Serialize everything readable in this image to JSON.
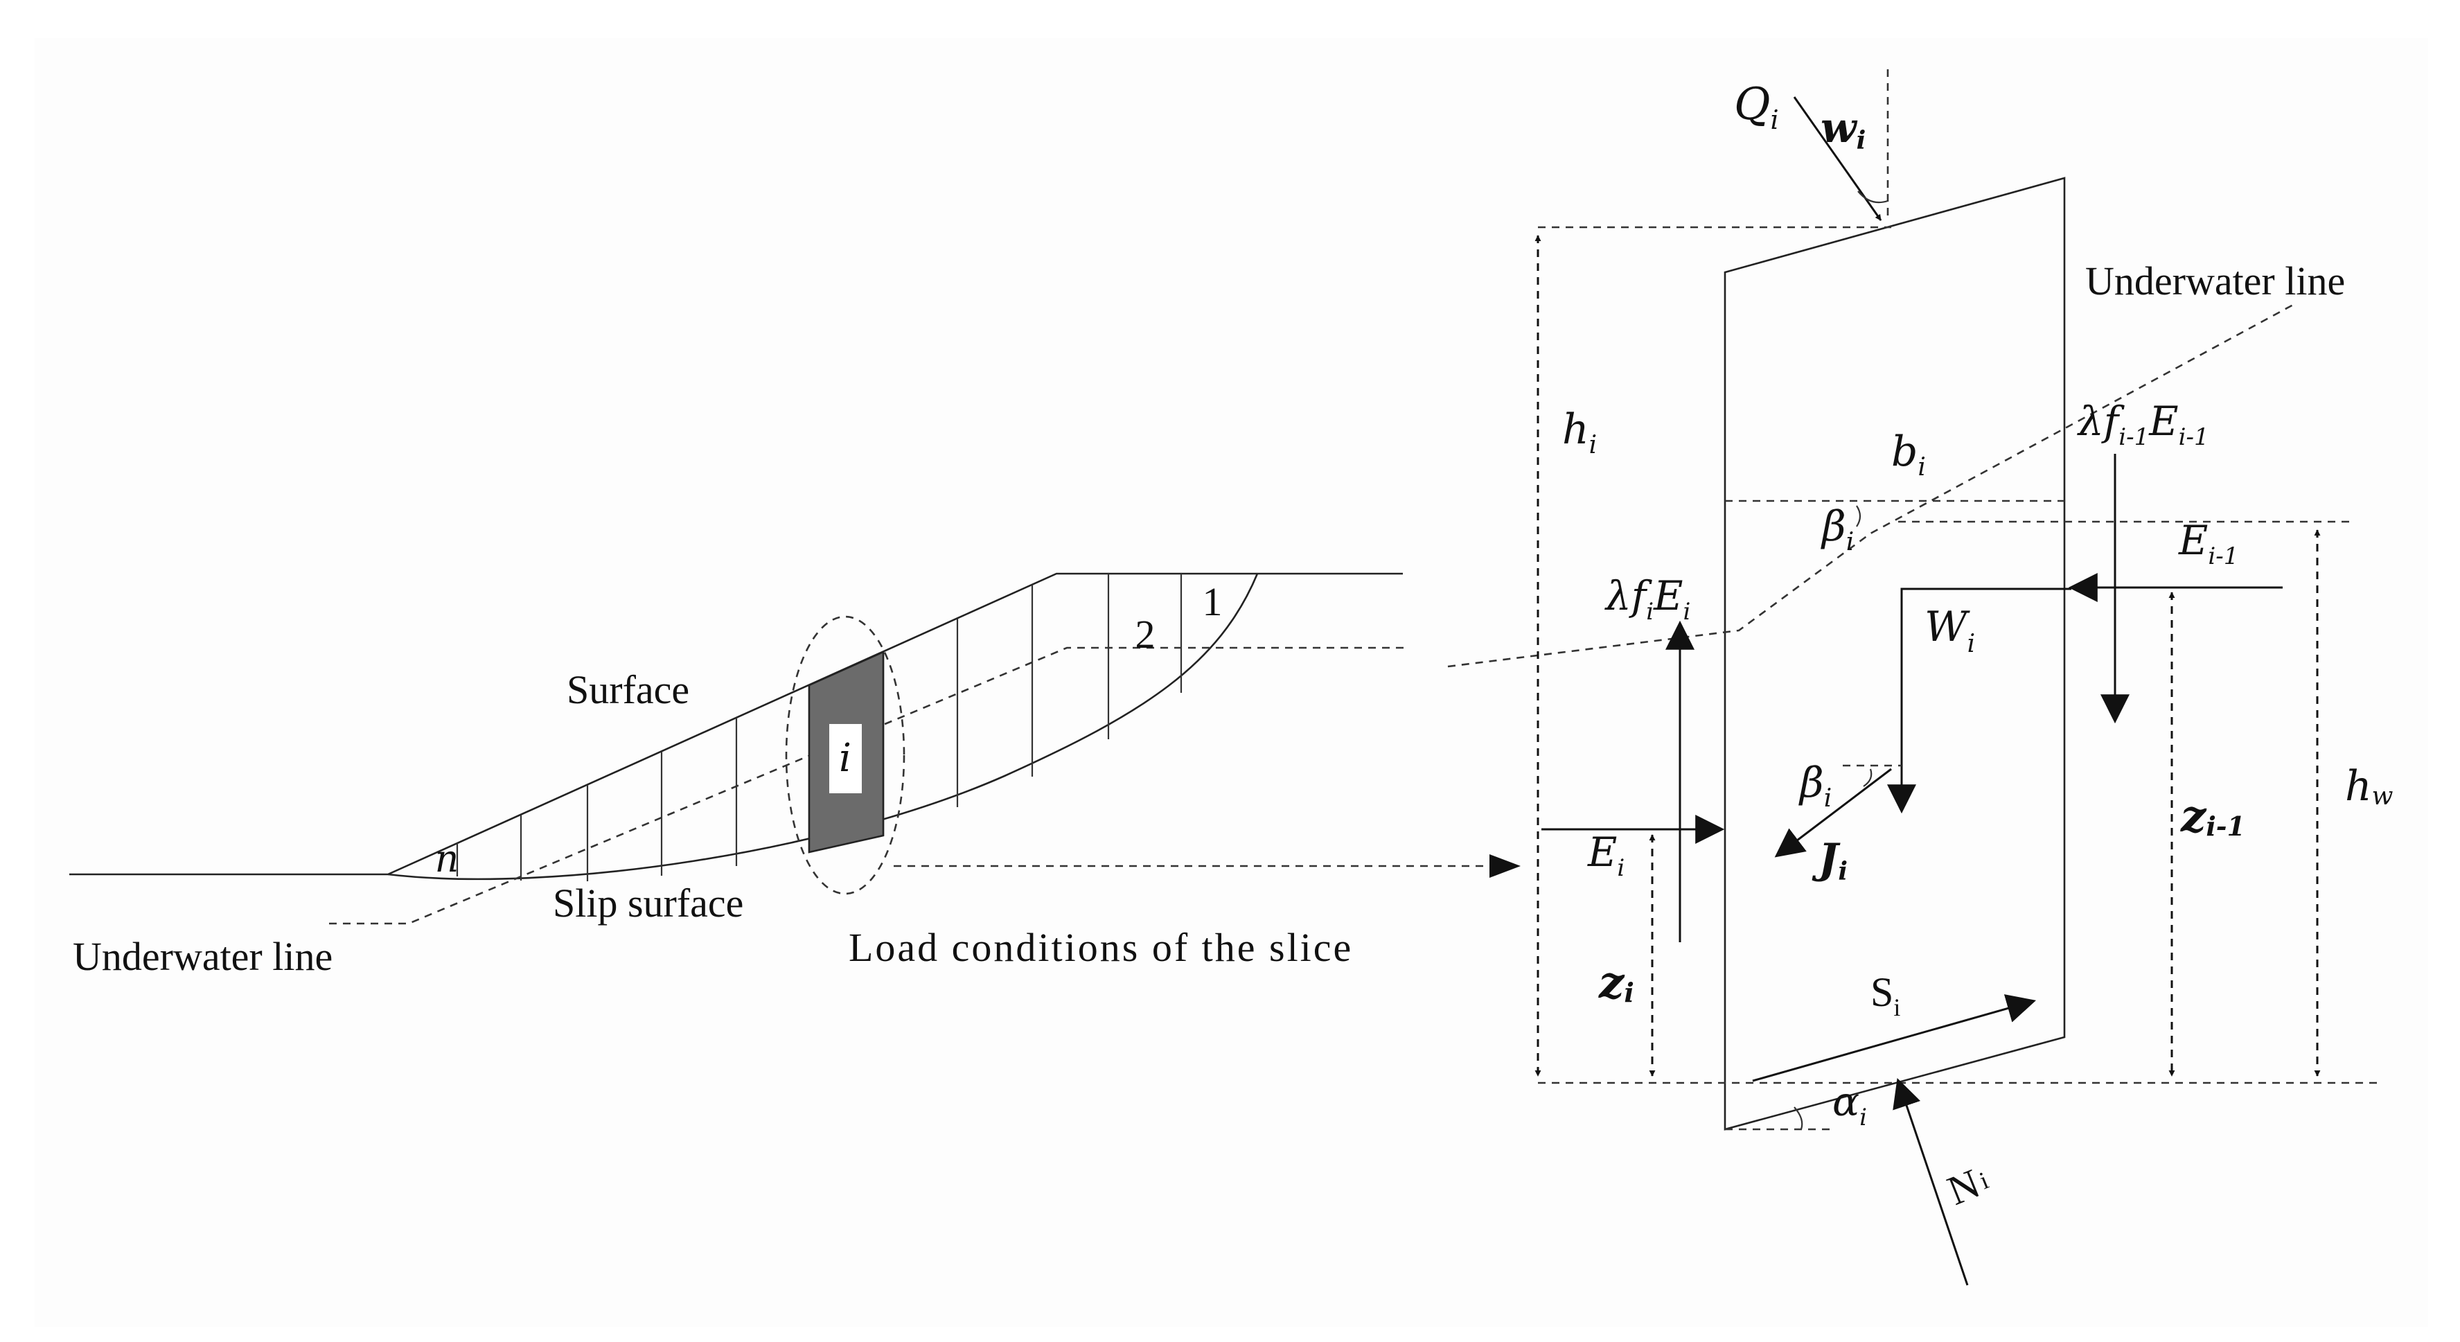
{
  "labels": {
    "q": "Q",
    "q_sub": "i",
    "w": "w",
    "w_sub": "i",
    "underwater_right": "Underwater line",
    "underwater_left": "Underwater line",
    "h": "h",
    "h_sub": "i",
    "b": "b",
    "b_sub": "i",
    "beta_top": "β",
    "beta_top_sub": "i",
    "lambda_prev": "λf",
    "lambda_prev_sub": "i-1",
    "lambda_prev_E": "E",
    "lambda_prev_E_sub": "i-1",
    "e_prev": "E",
    "e_prev_sub": "i-1",
    "lambda_cur": "λf",
    "lambda_cur_sub": "i",
    "lambda_cur_E": "E",
    "lambda_cur_E_sub": "i",
    "weight": "W",
    "weight_sub": "i",
    "beta_mid": "β",
    "beta_mid_sub": "i",
    "seepage": "J",
    "seepage_sub": "i",
    "e_cur": "E",
    "e_cur_sub": "i",
    "z_cur": "z",
    "z_cur_sub": "i",
    "z_prev": "z",
    "z_prev_sub": "i-1",
    "h_water": "h",
    "h_water_sub": "w",
    "shear": "S",
    "shear_sub": "i",
    "alpha": "α",
    "alpha_sub": "i",
    "normal": "N",
    "normal_sub": "i",
    "surface": "Surface",
    "slip_surface": "Slip surface",
    "load_conditions": "Load conditions of the slice",
    "slice_i": "i",
    "slice_n": "n",
    "slice_1": "1",
    "slice_2": "2"
  }
}
